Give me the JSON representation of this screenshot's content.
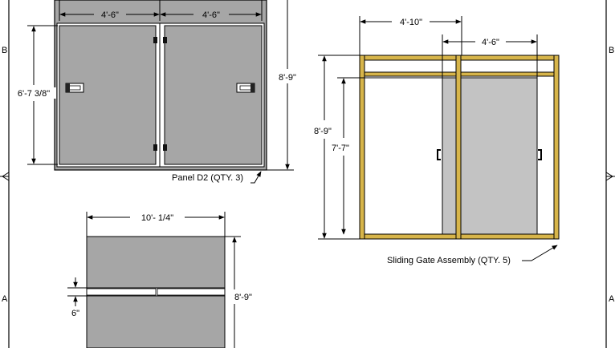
{
  "zones": {
    "b_left": "B",
    "b_right": "B",
    "a_left": "A",
    "a_right": "A"
  },
  "panel_d2": {
    "dim_top_left": "4'-6\"",
    "dim_top_right": "4'-6\"",
    "dim_door_height": "6'-7 3/8\"",
    "dim_overall_height": "8'-9\"",
    "callout": "Panel D2 (QTY. 3)"
  },
  "sliding_gate": {
    "dim_frame_offset": "4'-10\"",
    "dim_door_width": "4'-6\"",
    "dim_overall_height": "8'-9\"",
    "dim_door_height": "7'-7\"",
    "callout": "Sliding Gate Assembly (QTY. 5)"
  },
  "panel_bottom": {
    "dim_width": "10'- 1/4\"",
    "dim_height": "8'-9\"",
    "dim_gap": "6\""
  },
  "colors": {
    "panel_fill": "#a6a6a6",
    "door_fill": "#c3c3c3",
    "frame_wood": "#d7b54a",
    "line": "#000000"
  }
}
